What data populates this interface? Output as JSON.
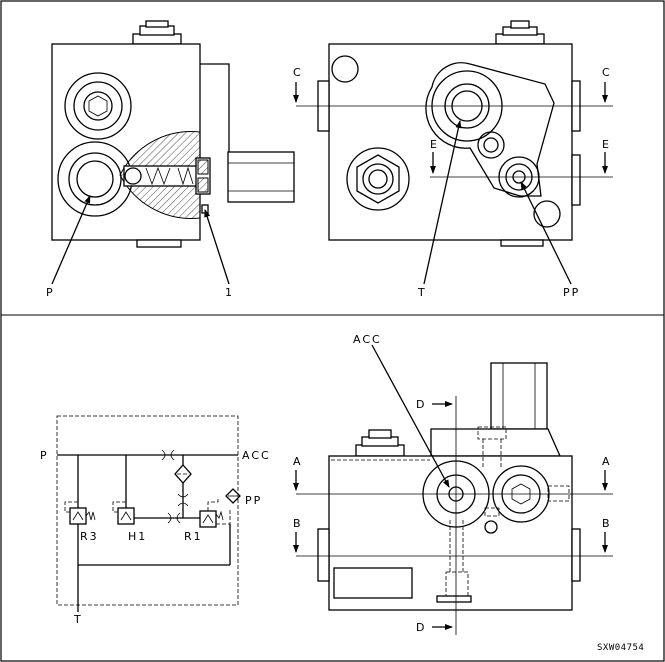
{
  "views": {
    "top_left": {
      "port_p": "P",
      "item_1": "1"
    },
    "top_right": {
      "port_t": "T",
      "port_pp": "PP",
      "section_c_left": "C",
      "section_c_right": "C",
      "section_e_left": "E",
      "section_e_right": "E"
    },
    "bottom_right": {
      "port_acc": "ACC",
      "section_a_left": "A",
      "section_a_right": "A",
      "section_b_left": "B",
      "section_b_right": "B",
      "section_d_top": "D",
      "section_d_bottom": "D"
    }
  },
  "schematic": {
    "port_p": "P",
    "port_acc": "ACC",
    "port_t": "T",
    "port_pp": "PP",
    "valve_r3": "R3",
    "valve_h1": "H1",
    "valve_r1": "R1"
  },
  "figure_code": "SXW04754"
}
